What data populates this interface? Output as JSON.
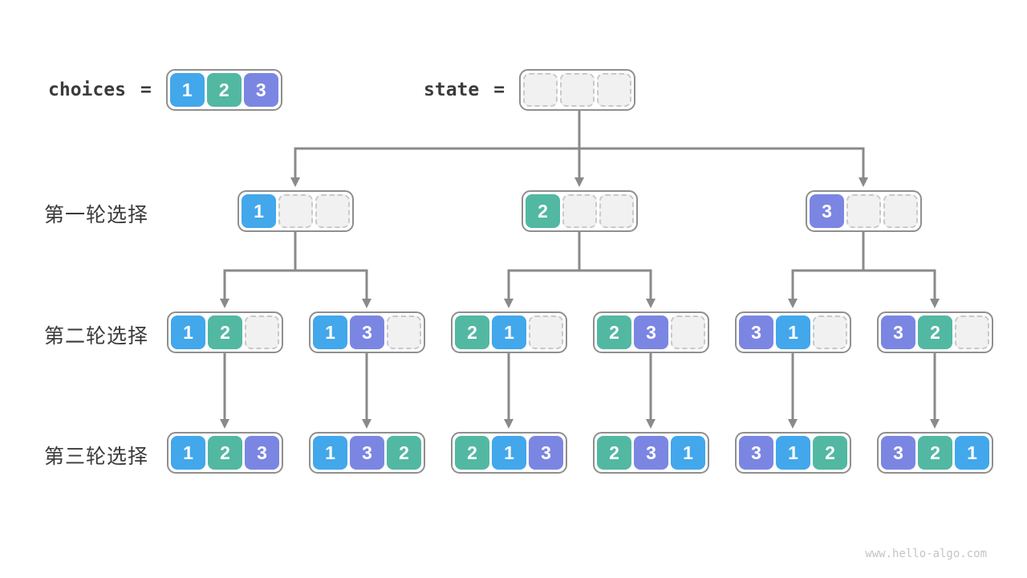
{
  "colors": {
    "1": "#42a7eb",
    "2": "#52b8a2",
    "3": "#7b86e2",
    "empty_fill": "#f1f1f1",
    "empty_border": "#c9c9c9",
    "node_border": "#8f8f8f",
    "line": "#8a8a8a",
    "text": "#3b3b3b",
    "watermark": "#c4c4c4"
  },
  "header": {
    "choices_label": "choices",
    "state_label": "state",
    "equals": "=",
    "choices_values": [
      1,
      2,
      3
    ],
    "state_values": [
      null,
      null,
      null
    ]
  },
  "rows": [
    {
      "label": "第一轮选择",
      "nodes": [
        [
          1,
          null,
          null
        ],
        [
          2,
          null,
          null
        ],
        [
          3,
          null,
          null
        ]
      ]
    },
    {
      "label": "第二轮选择",
      "nodes": [
        [
          1,
          2,
          null
        ],
        [
          1,
          3,
          null
        ],
        [
          2,
          1,
          null
        ],
        [
          2,
          3,
          null
        ],
        [
          3,
          1,
          null
        ],
        [
          3,
          2,
          null
        ]
      ]
    },
    {
      "label": "第三轮选择",
      "nodes": [
        [
          1,
          2,
          3
        ],
        [
          1,
          3,
          2
        ],
        [
          2,
          1,
          3
        ],
        [
          2,
          3,
          1
        ],
        [
          3,
          1,
          2
        ],
        [
          3,
          2,
          1
        ]
      ]
    }
  ],
  "watermark": "www.hello-algo.com"
}
